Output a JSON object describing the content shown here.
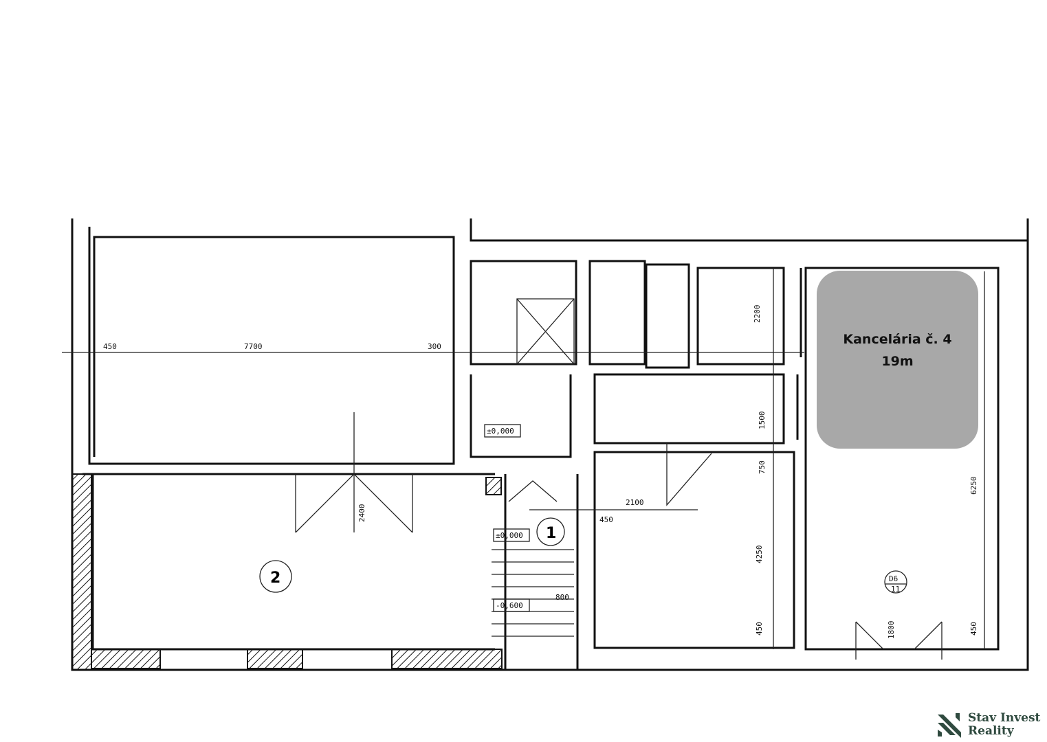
{
  "room_highlight": {
    "name": "Kancelária č. 4",
    "area": "19m",
    "color": "#a8a8a8"
  },
  "plan_labels": {
    "room_1": "1",
    "room_2": "2",
    "door_tag_top": "D6",
    "door_tag_bottom": "11",
    "level_entry": "±0,000",
    "level_hall": "±0,000",
    "level_stair": "-0,600",
    "dimensions": [
      "450",
      "7700",
      "300",
      "2200",
      "2100",
      "450",
      "4250",
      "450",
      "6250",
      "450",
      "1500",
      "750",
      "800",
      "1800",
      "2400"
    ]
  },
  "logo": {
    "line1": "Stav Invest",
    "line2": "Reality",
    "color": "#2f4a3f"
  }
}
